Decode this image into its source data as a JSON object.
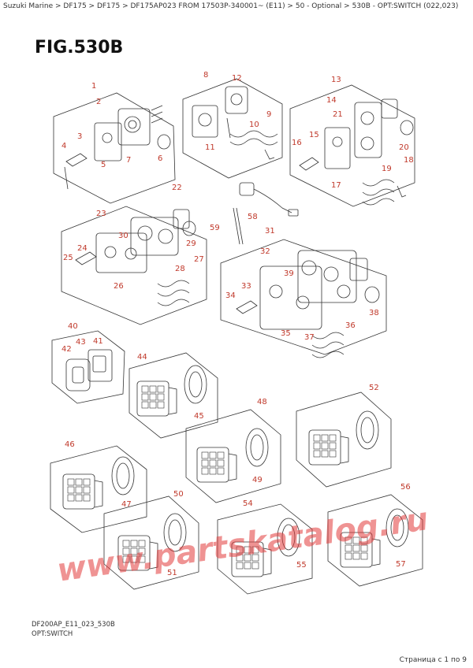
{
  "breadcrumb": "Suzuki Marine > DF175 > DF175 > DF175AP023 FROM 17503P-340001~ (E11) > 50 - Optional > 530B - OPT:SWITCH (022,023)",
  "figure_title": "FIG.530B",
  "drawing_code": "DF200AP_E11_023_530B",
  "caption": "OPT:SWITCH",
  "pager": "Страница с 1 по 9",
  "watermark": "www.partskatalog.ru",
  "colors": {
    "callout": "#c0392b",
    "line": "#333333",
    "watermark": "#e23b3b"
  },
  "callouts": [
    "1",
    "2",
    "3",
    "4",
    "5",
    "6",
    "7",
    "8",
    "9",
    "10",
    "11",
    "12",
    "13",
    "14",
    "15",
    "16",
    "17",
    "18",
    "19",
    "20",
    "21",
    "22",
    "23",
    "24",
    "25",
    "26",
    "27",
    "28",
    "29",
    "30",
    "31",
    "32",
    "33",
    "34",
    "35",
    "36",
    "37",
    "38",
    "39",
    "40",
    "41",
    "42",
    "43",
    "44",
    "45",
    "46",
    "47",
    "48",
    "49",
    "50",
    "51",
    "52",
    "54",
    "55",
    "56",
    "57",
    "58",
    "59"
  ]
}
